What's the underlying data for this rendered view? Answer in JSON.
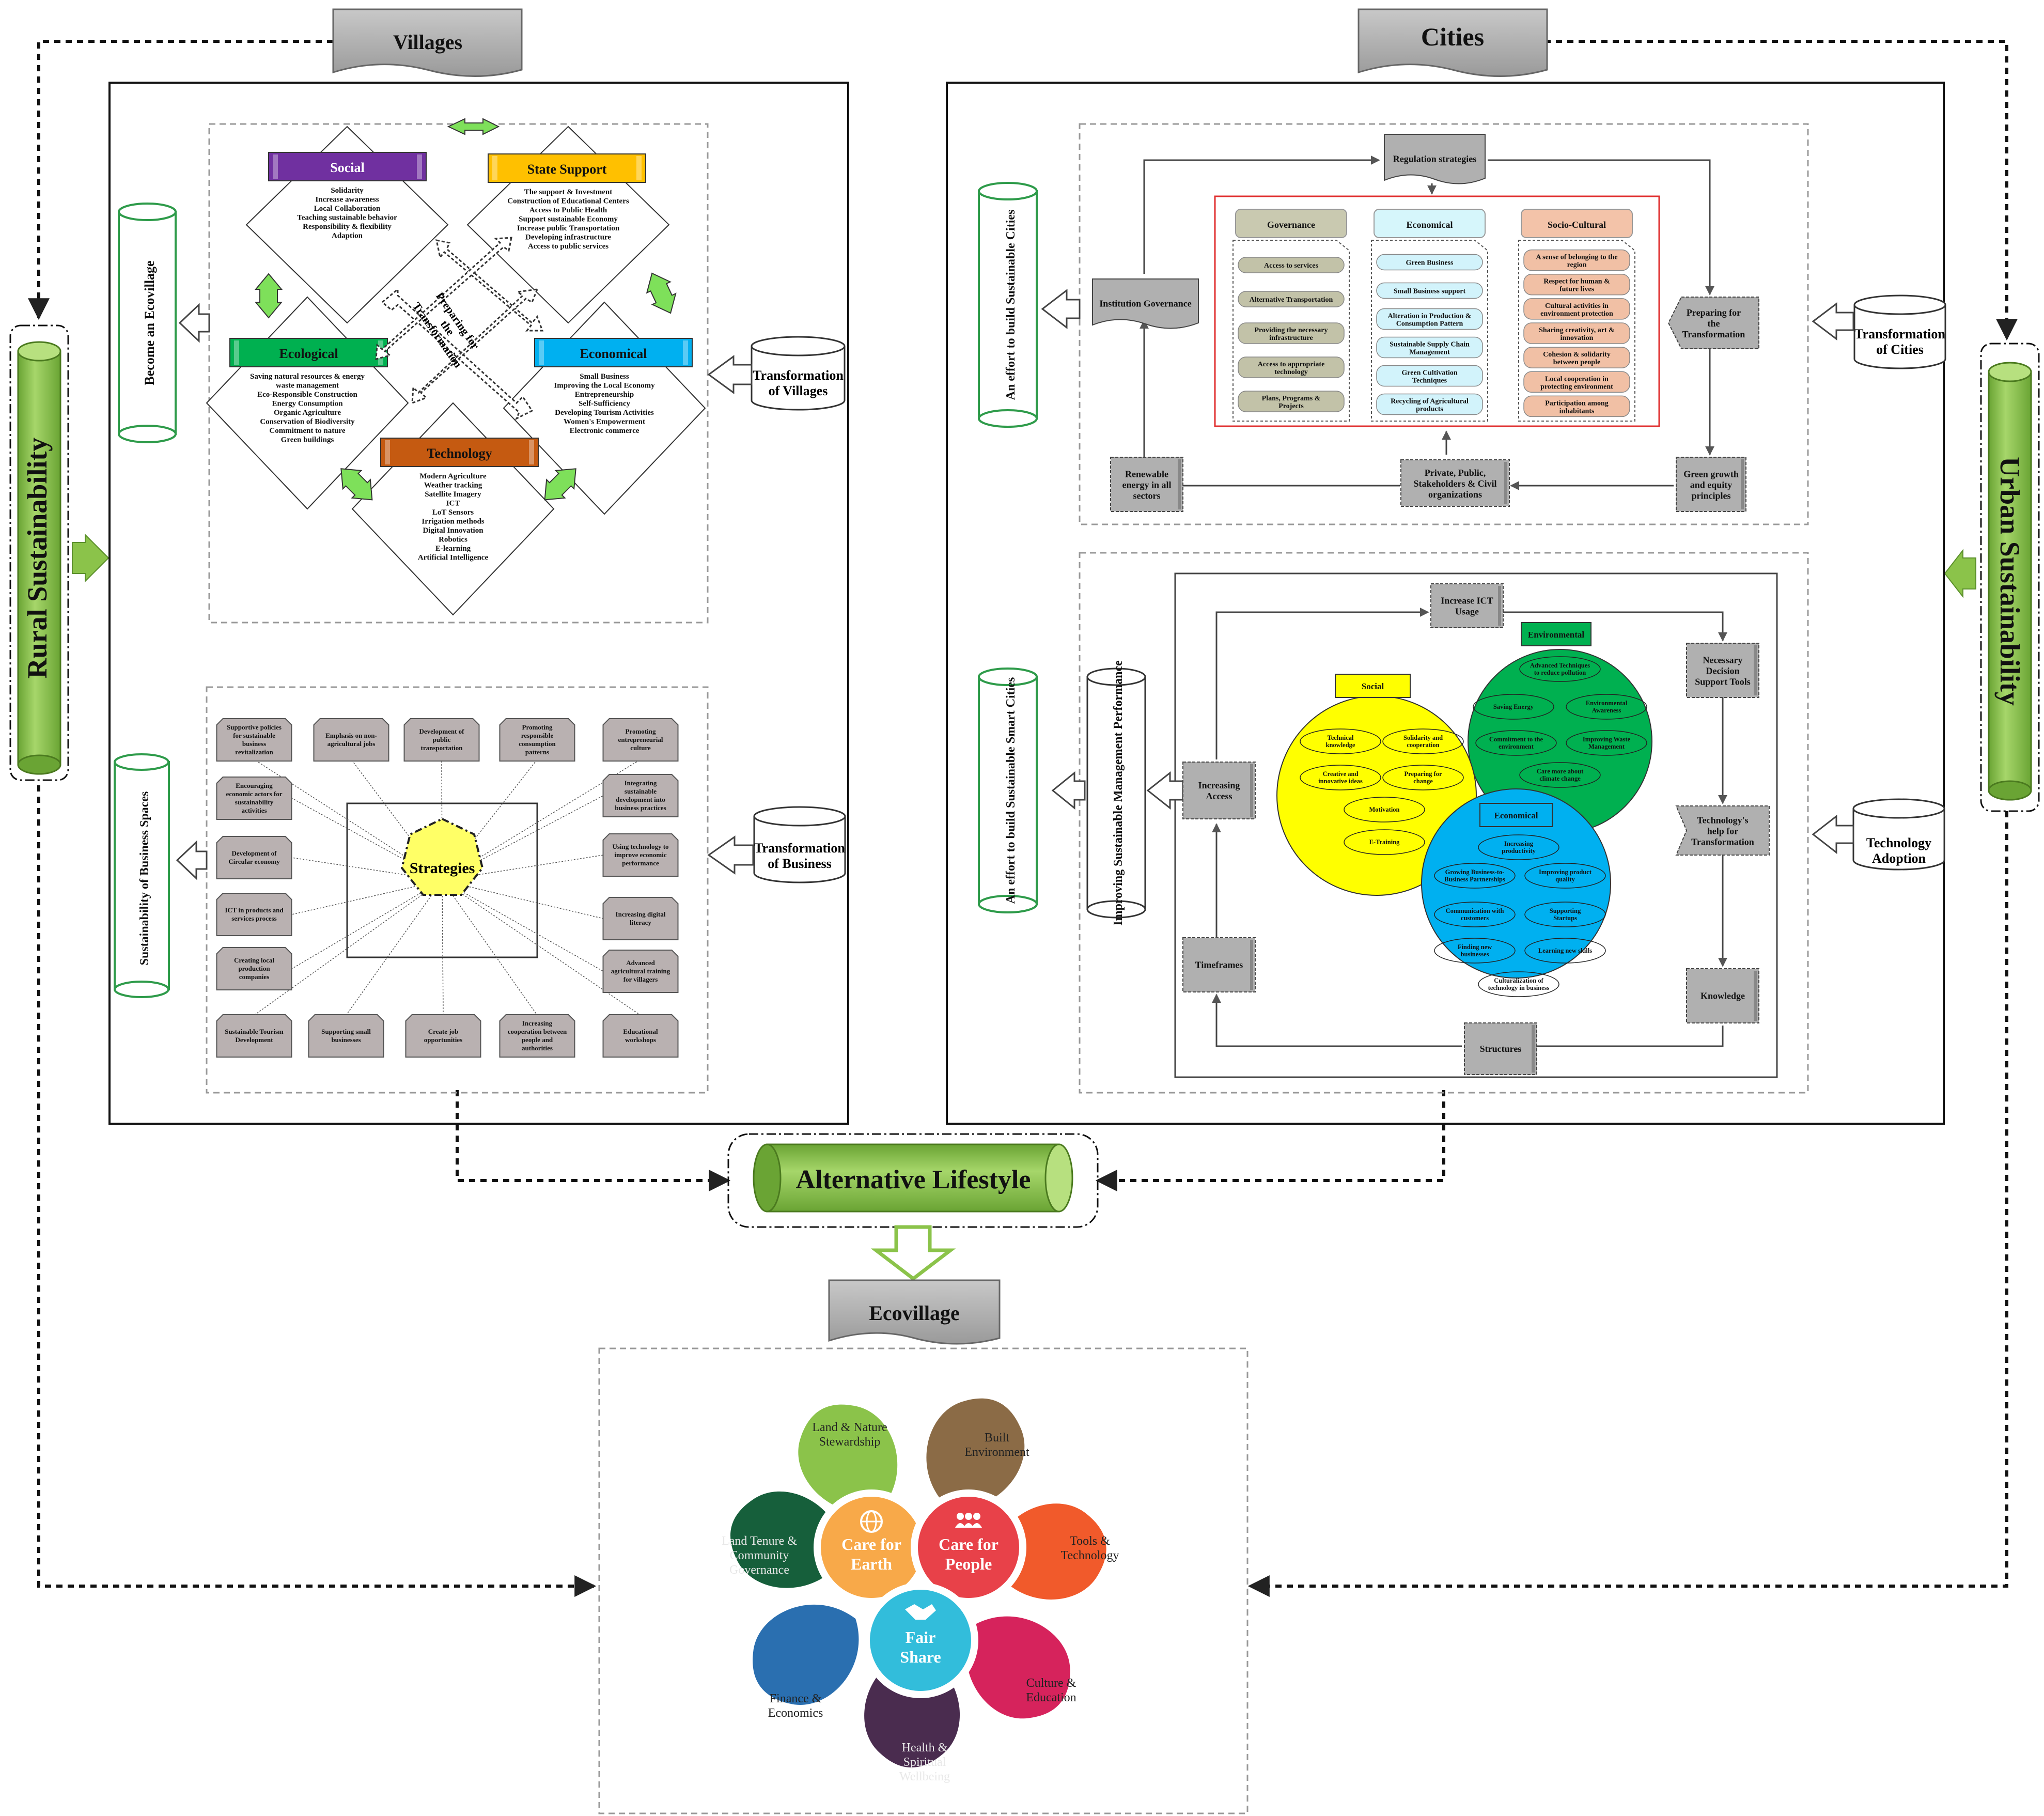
{
  "header": {
    "villages": "Villages",
    "cities": "Cities"
  },
  "side": {
    "rural": "Rural Sustainability",
    "urban": "Urban Sustainability"
  },
  "center": {
    "alternative_lifestyle": "Alternative Lifestyle",
    "ecovillage": "Ecovillage"
  },
  "colors": {
    "green_accent": "#8bc34a",
    "social": "#7030a0",
    "state_support": "#ffc000",
    "ecological": "#00b050",
    "economical": "#00b0f0",
    "technology": "#c55a11",
    "urban_social": "#ffff00",
    "urban_environmental": "#00b050",
    "urban_economical": "#00b0f0"
  },
  "villages": {
    "become_ecovillage": "Become an Ecovillage",
    "transformation": [
      "Transformation",
      "of Villages"
    ],
    "preparing": [
      "Preparing for",
      "the",
      "Transformation"
    ],
    "social": {
      "title": "Social",
      "items": [
        "Solidarity",
        "Increase awareness",
        "Local Collaboration",
        "Teaching sustainable behavior",
        "Responsibility & flexibility",
        "Adaption"
      ]
    },
    "state_support": {
      "title": "State Support",
      "items": [
        "The support & Investment",
        "Construction of Educational Centers",
        "Access to Public Health",
        "Support sustainable Economy",
        "Increase public Transportation",
        "Developing infrastructure",
        "Access to public services"
      ]
    },
    "ecological": {
      "title": "Ecological",
      "items": [
        "Saving natural resources & energy",
        "waste management",
        "Eco-Responsible Construction",
        "Energy Consumption",
        "Organic Agriculture",
        "Conservation of Biodiversity",
        "Commitment to nature",
        "Green buildings"
      ]
    },
    "economical": {
      "title": "Economical",
      "items": [
        "Small Business",
        "Improving the Local Economy",
        "Entrepreneurship",
        "Self-Sufficiency",
        "Developing Tourism Activities",
        "Women's Empowerment",
        "Electronic commerce"
      ]
    },
    "technology": {
      "title": "Technology",
      "items": [
        "Modern Agriculture",
        "Weather tracking",
        "Satellite Imagery",
        "ICT",
        "LoT Sensors",
        "Irrigation methods",
        "Digital Innovation",
        "Robotics",
        "E-learning",
        "Artificial Intelligence"
      ]
    }
  },
  "business": {
    "side_label": "Sustainability of Business Spaces",
    "transformation": [
      "Transformation",
      "of Business"
    ],
    "strategies": "Strategies",
    "top": [
      [
        "Supportive policies",
        "for sustainable",
        "business",
        "revitalization"
      ],
      [
        "Emphasis on non-",
        "agricultural jobs"
      ],
      [
        "Development of",
        "public",
        "transportation"
      ],
      [
        "Promoting",
        "responsible",
        "consumption",
        "patterns"
      ],
      [
        "Promoting",
        "entrepreneurial",
        "culture"
      ]
    ],
    "left": [
      [
        "Encouraging",
        "economic actors for",
        "sustainability",
        "activities"
      ],
      [
        "Development of",
        "Circular economy"
      ],
      [
        "ICT in products and",
        "services process"
      ],
      [
        "Creating local",
        "production",
        "companies"
      ]
    ],
    "right": [
      [
        "Integrating",
        "sustainable",
        "development into",
        "business practices"
      ],
      [
        "Using technology to",
        "improve economic",
        "performance"
      ],
      [
        "Increasing digital",
        "literacy"
      ],
      [
        "Advanced",
        "agricultural training",
        "for villagers"
      ]
    ],
    "bottom": [
      [
        "Sustainable Tourism",
        "Development"
      ],
      [
        "Supporting small",
        "businesses"
      ],
      [
        "Create job",
        "opportunities"
      ],
      [
        "Increasing",
        "cooperation between",
        "people and",
        "authorities"
      ],
      [
        "Educational",
        "workshops"
      ]
    ]
  },
  "cities": {
    "effort": "An effort to build Sustainable Cities",
    "transformation": [
      "Transformation",
      "of Cities"
    ],
    "regulation": "Regulation strategies",
    "institution": "Institution Governance",
    "preparing": [
      "Preparing for",
      "the",
      "Transformation"
    ],
    "renewable": [
      "Renewable",
      "energy in all",
      "sectors"
    ],
    "private": [
      "Private, Public,",
      "Stakeholders & Civil",
      "organizations"
    ],
    "green_growth": [
      "Green growth",
      "and equity",
      "principles"
    ],
    "governance": {
      "title": "Governance",
      "items": [
        [
          "Access to services"
        ],
        [
          "Alternative Transportation"
        ],
        [
          "Providing the necessary",
          "infrastructure"
        ],
        [
          "Access to appropriate",
          "technology"
        ],
        [
          "Plans, Programs &",
          "Projects"
        ]
      ]
    },
    "economical": {
      "title": "Economical",
      "items": [
        [
          "Green Business"
        ],
        [
          "Small Business support"
        ],
        [
          "Alteration in Production &",
          "Consumption Pattern"
        ],
        [
          "Sustainable Supply Chain",
          "Management"
        ],
        [
          "Green Cultivation",
          "Techniques"
        ],
        [
          "Recycling of Agricultural",
          "products"
        ]
      ]
    },
    "socio_cultural": {
      "title": "Socio-Cultural",
      "items": [
        [
          "A sense of belonging to the",
          "region"
        ],
        [
          "Respect for human &",
          "future lives"
        ],
        [
          "Cultural activities in",
          "environment protection"
        ],
        [
          "Sharing creativity, art &",
          "innovation"
        ],
        [
          "Cohesion & solidarity",
          "between people"
        ],
        [
          "Local cooperation in",
          "protecting environment"
        ],
        [
          "Participation among",
          "inhabitants"
        ]
      ]
    }
  },
  "smart": {
    "effort": "An effort to build Sustainable Smart Cities",
    "improving": "Improving Sustainable Management Performance",
    "technology_adoption": [
      "Technology",
      "Adoption"
    ],
    "ict_usage": [
      "Increase ICT",
      "Usage"
    ],
    "decision_tools": [
      "Necessary",
      "Decision",
      "Support Tools"
    ],
    "tech_help": [
      "Technology's",
      "help for",
      "Transformation"
    ],
    "knowledge": "Knowledge",
    "structures": "Structures",
    "timeframes": "Timeframes",
    "increasing_access": [
      "Increasing",
      "Access"
    ],
    "social": {
      "title": "Social",
      "items": [
        [
          "Technical",
          "knowledge"
        ],
        [
          "Solidarity and",
          "cooperation"
        ],
        [
          "Creative and",
          "innovative ideas"
        ],
        [
          "Preparing for",
          "change"
        ],
        [
          "Motivation"
        ],
        [
          "E-Training"
        ]
      ]
    },
    "environmental": {
      "title": "Environmental",
      "items": [
        [
          "Advanced Techniques",
          "to reduce pollution"
        ],
        [
          "Saving Energy"
        ],
        [
          "Environmental",
          "Awareness"
        ],
        [
          "Commitment to the",
          "environment"
        ],
        [
          "Improving Waste",
          "Management"
        ],
        [
          "Care more about",
          "climate change"
        ]
      ]
    },
    "economical": {
      "title": "Economical",
      "items": [
        [
          "Increasing",
          "productivity"
        ],
        [
          "Growing Business-to-",
          "Business Partnerships"
        ],
        [
          "Improving product",
          "quality"
        ],
        [
          "Communication with",
          "customers"
        ],
        [
          "Supporting",
          "Startups"
        ],
        [
          "Finding new",
          "businesses"
        ],
        [
          "Learning new skills"
        ],
        [
          "Culturalization of",
          "technology in business"
        ]
      ]
    }
  },
  "flower": {
    "centers": [
      {
        "lines": [
          "Care for",
          "Earth"
        ],
        "color": "#f7a23b",
        "icon": "globe-icon"
      },
      {
        "lines": [
          "Care for",
          "People"
        ],
        "color": "#e6333b",
        "icon": "people-icon"
      },
      {
        "lines": [
          "Fair",
          "Share"
        ],
        "color": "#22b8d8",
        "icon": "handshake-icon"
      }
    ],
    "petals": [
      {
        "lines": [
          "Land & Nature",
          "Stewardship"
        ],
        "color": "#8bc34a"
      },
      {
        "lines": [
          "Built",
          "Environment"
        ],
        "color": "#8b6b46"
      },
      {
        "lines": [
          "Tools &",
          "Technology"
        ],
        "color": "#f15a2b"
      },
      {
        "lines": [
          "Culture &",
          "Education"
        ],
        "color": "#d6235c"
      },
      {
        "lines": [
          "Health &",
          "Spiritual",
          "Wellbeing"
        ],
        "color": "#4a2c4f"
      },
      {
        "lines": [
          "Finance &",
          "Economics"
        ],
        "color": "#2a6fb0"
      },
      {
        "lines": [
          "Land Tenure &",
          "Community",
          "Governance"
        ],
        "color": "#165f3b"
      }
    ]
  }
}
